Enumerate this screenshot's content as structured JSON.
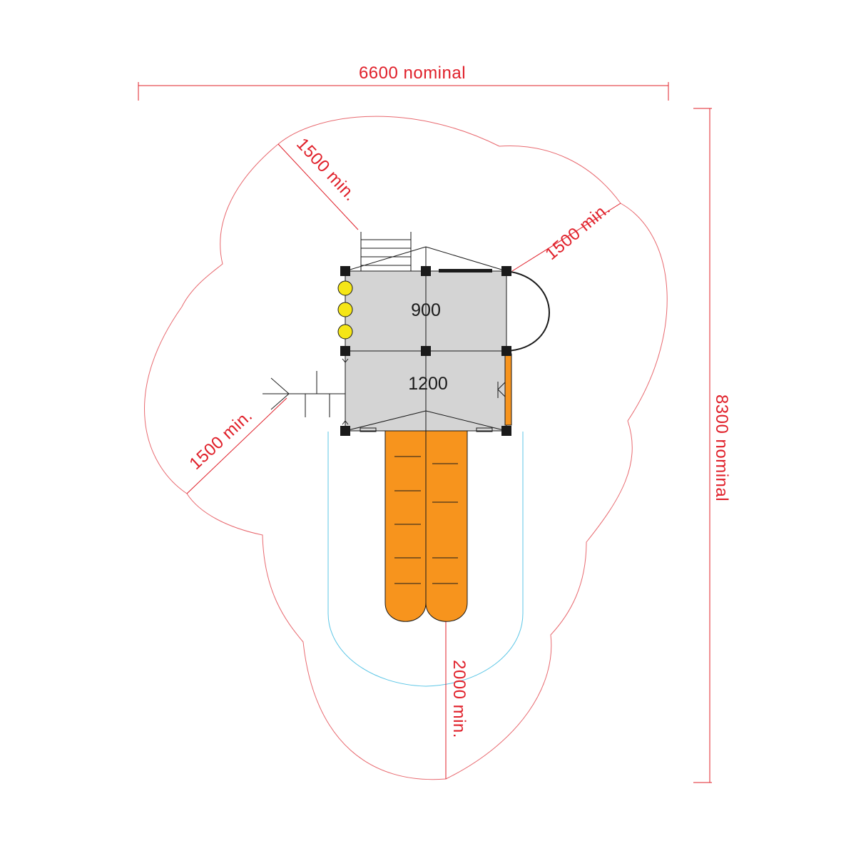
{
  "dimensions": {
    "width_label": "6600 nominal",
    "height_label": "8300 nominal",
    "clearance_top_left": "1500 min.",
    "clearance_top_right": "1500 min.",
    "clearance_left": "1500 min.",
    "clearance_slide": "2000 min."
  },
  "platforms": {
    "upper_height": "900",
    "lower_height": "1200"
  },
  "colors": {
    "dimension_line": "#e0202a",
    "safety_zone": "#e8696f",
    "slide_zone": "#5cc6e6",
    "platform_fill": "#d4d4d4",
    "slide_fill": "#f7941d",
    "handle_fill": "#f5e617",
    "post_fill": "#1a1a1a"
  }
}
